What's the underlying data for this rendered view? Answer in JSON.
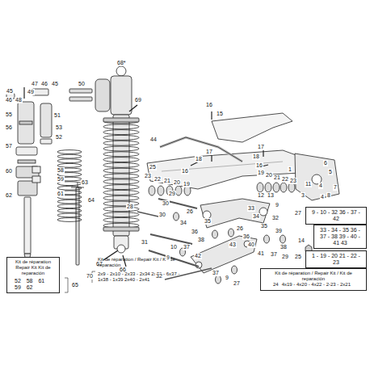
{
  "diagram": {
    "nodes": [
      {
        "text": [
          "Kit de réparation Repair Kit Kit de reparación",
          "52 58 61 59 62"
        ]
      },
      {
        "text": [
          "27",
          "9 - 10 - 32 36 - 37 - 42"
        ]
      },
      {
        "text": [
          "33 - 34 - 35 36 - 37 - 38 39 - 40 - 41 43"
        ]
      },
      {
        "text": [
          "25",
          "1 - 19 - 20 21 - 22 - 23"
        ]
      },
      {
        "text": [
          "Kit de réparation / Repair Kit / Kit de reparación",
          "24",
          "4x19 - 4x20 - 4x22 - 2-23 - 2x21"
        ]
      }
    ],
    "labels": [
      "45",
      "47",
      "46",
      "45",
      "46",
      "48",
      "49",
      "50",
      "55",
      "51",
      "56",
      "53",
      "52",
      "57",
      "60",
      "58",
      "59",
      "61",
      "62",
      "63",
      "64",
      "68*",
      "69",
      "67",
      "66",
      "65",
      "70",
      "Kit de réparation / Repair Kit / Kit de reparación",
      "2x9 - 2x10 - 2x33 - 2x34 2x36 - 6x37 - 1x38 - 1x39 2x40 - 2x41",
      "44",
      "25",
      "16",
      "17",
      "18",
      "16",
      "17",
      "18",
      "16",
      "15",
      "12",
      "13",
      "11",
      "6",
      "5",
      "4",
      "7",
      "8",
      "1",
      "3",
      "4",
      "23",
      "22",
      "21",
      "20",
      "19",
      "19",
      "20",
      "21",
      "22",
      "23",
      "30",
      "28",
      "29",
      "30",
      "26",
      "34",
      "35",
      "36",
      "33",
      "34",
      "35",
      "26",
      "36",
      "9",
      "32",
      "39",
      "38",
      "31",
      "10",
      "37",
      "42",
      "9",
      "32",
      "37",
      "9",
      "27",
      "40",
      "43",
      "41",
      "37",
      "38",
      "29",
      "14"
    ]
  }
}
